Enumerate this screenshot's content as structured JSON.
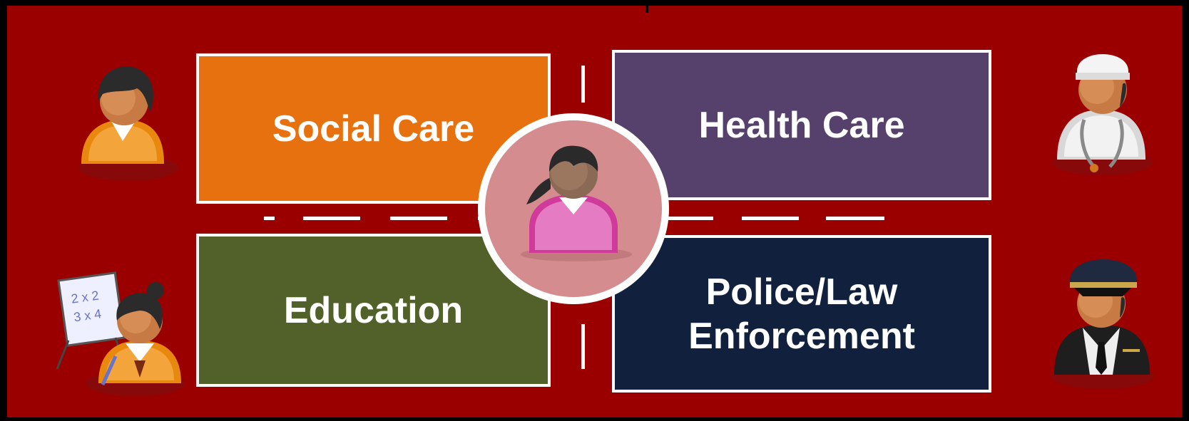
{
  "diagram": {
    "boxes": {
      "social": "Social Care",
      "health": "Health Care",
      "education": "Education",
      "police": "Police/Law\nEnforcement"
    },
    "icons": {
      "center": "child-person-icon",
      "social": "social-worker-icon",
      "health": "doctor-icon",
      "education": "teacher-icon",
      "police": "police-officer-icon"
    },
    "colors": {
      "background": "#9a0000",
      "social": "#e8710f",
      "health": "#55416b",
      "education": "#516129",
      "police": "#10203d",
      "center": "#d48c8e"
    },
    "whiteboard_text": [
      "2 x 2",
      "3 x 4"
    ]
  }
}
